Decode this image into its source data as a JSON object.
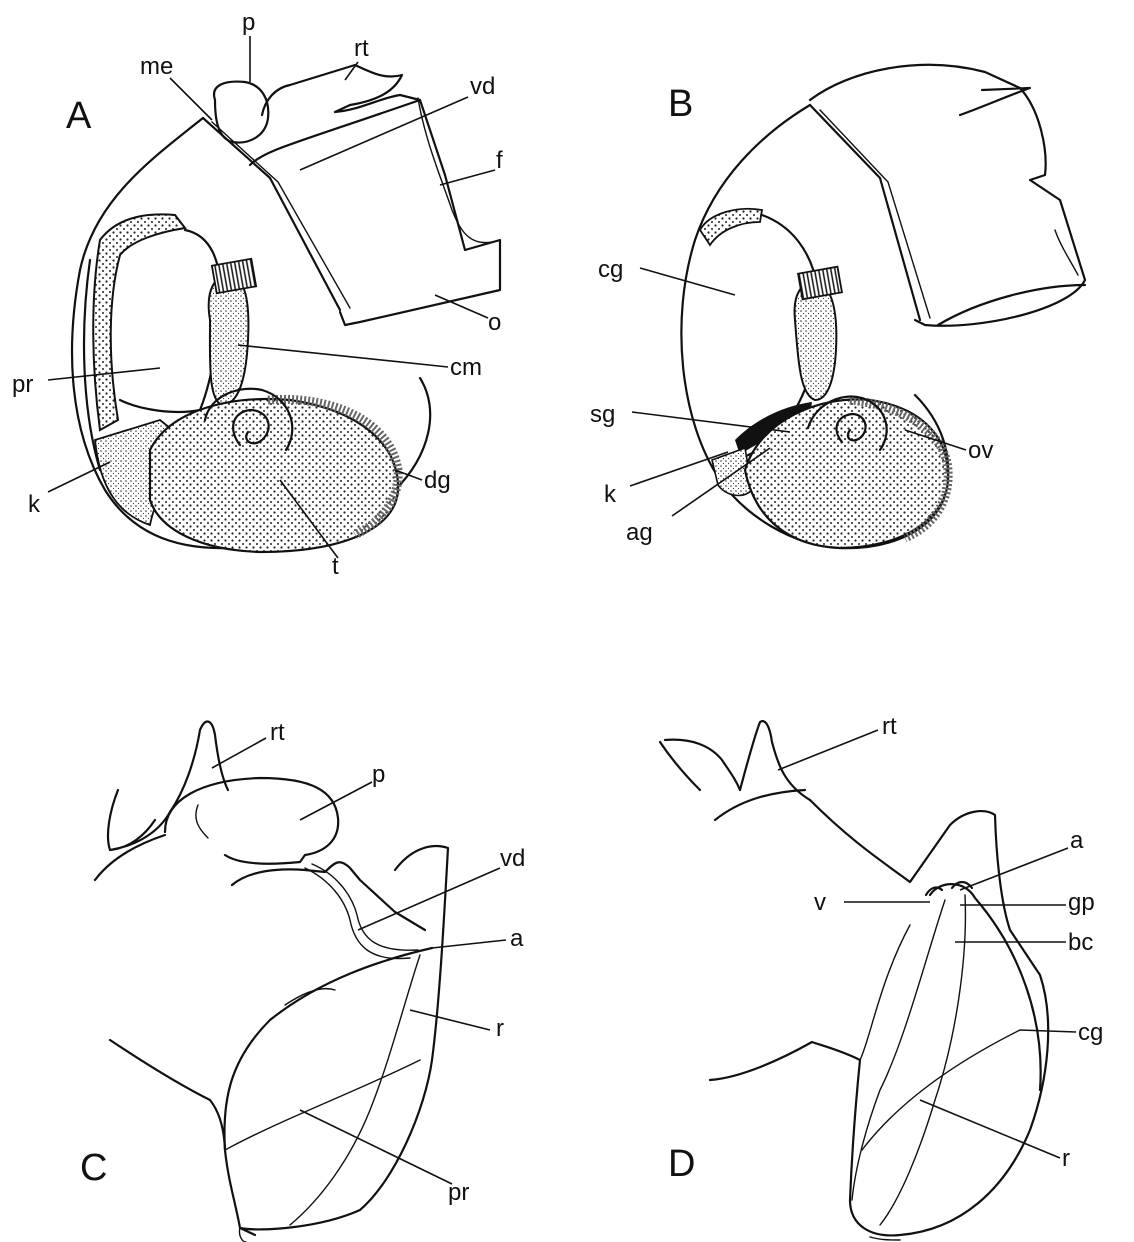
{
  "panels": {
    "A": {
      "letter": "A",
      "labels": {
        "me": "me",
        "p": "p",
        "rt": "rt",
        "vd": "vd",
        "f": "f",
        "o": "o",
        "cm": "cm",
        "pr": "pr",
        "k": "k",
        "dg": "dg",
        "t": "t"
      }
    },
    "B": {
      "letter": "B",
      "labels": {
        "cg": "cg",
        "sg": "sg",
        "k": "k",
        "ag": "ag",
        "ov": "ov"
      }
    },
    "C": {
      "letter": "C",
      "labels": {
        "rt": "rt",
        "p": "p",
        "vd": "vd",
        "a": "a",
        "r": "r",
        "pr": "pr"
      }
    },
    "D": {
      "letter": "D",
      "labels": {
        "rt": "rt",
        "a": "a",
        "v": "v",
        "gp": "gp",
        "bc": "bc",
        "cg": "cg",
        "r": "r"
      }
    }
  }
}
